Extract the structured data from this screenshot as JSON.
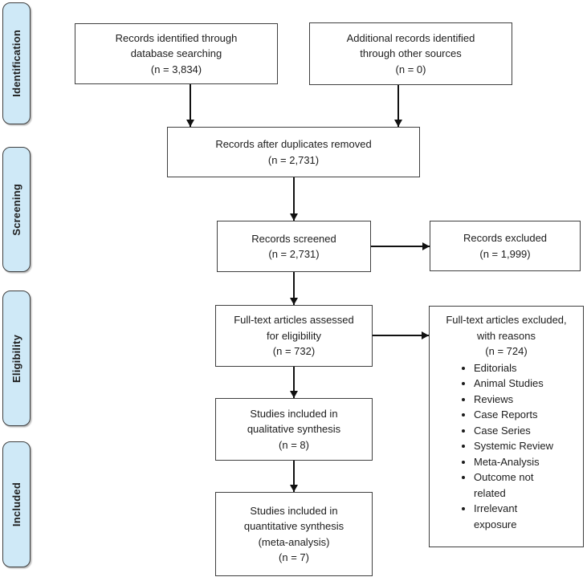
{
  "stages": [
    {
      "label": "Identification"
    },
    {
      "label": "Screening"
    },
    {
      "label": "Eligibility"
    },
    {
      "label": "Included"
    }
  ],
  "boxes": {
    "db_search": {
      "lines": [
        "Records identified through",
        "database searching",
        "(n = 3,834)"
      ]
    },
    "other_sources": {
      "lines": [
        "Additional records identified",
        "through other sources",
        "(n = 0)"
      ]
    },
    "after_duplicates": {
      "lines": [
        "Records after duplicates removed",
        "(n = 2,731)"
      ]
    },
    "screened": {
      "lines": [
        "Records screened",
        "(n = 2,731)"
      ]
    },
    "excluded": {
      "lines": [
        "Records excluded",
        "(n = 1,999)"
      ]
    },
    "fulltext_assessed": {
      "lines": [
        "Full-text articles assessed",
        "for eligibility",
        "(n = 732)"
      ]
    },
    "fulltext_excluded": {
      "lines": [
        "Full-text articles excluded,",
        "with reasons",
        "(n = 724)"
      ],
      "bullets": [
        "Editorials",
        "Animal Studies",
        "Reviews",
        "Case Reports",
        "Case Series",
        "Systemic Review",
        "Meta-Analysis",
        "Outcome not related",
        "Irrelevant exposure"
      ]
    },
    "qualitative": {
      "lines": [
        "Studies included in",
        "qualitative synthesis",
        "(n = 8)"
      ]
    },
    "quantitative": {
      "lines": [
        "Studies included in",
        "quantitative synthesis",
        "(meta-analysis)",
        "(n = 7)"
      ]
    }
  },
  "colors": {
    "stage_fill": "#cfe9f7",
    "box_border": "#3f3f3f",
    "arrow": "#111111"
  }
}
